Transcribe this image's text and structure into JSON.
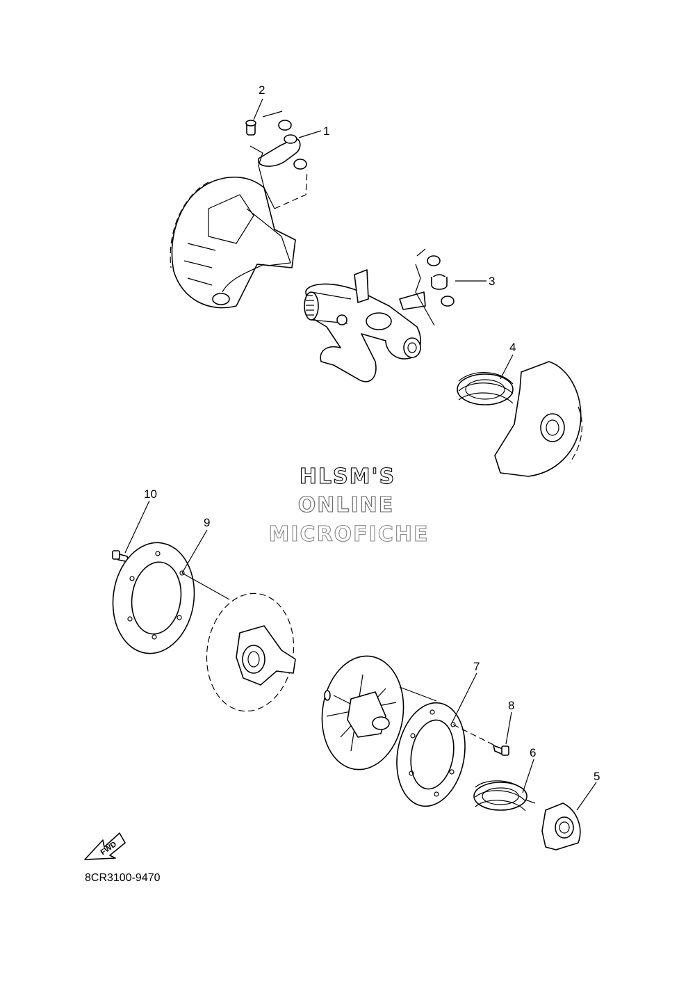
{
  "watermark": {
    "line1": "HLSM'S",
    "line2": "ONLINE",
    "line3": "MICROFICHE"
  },
  "fwd_label": "FWD",
  "diagram_code": "8CR3100-9470",
  "callouts": {
    "c1": "1",
    "c2": "2",
    "c3": "3",
    "c4": "4",
    "c5": "5",
    "c6": "6",
    "c7": "7",
    "c8": "8",
    "c9": "9",
    "c10": "10"
  }
}
